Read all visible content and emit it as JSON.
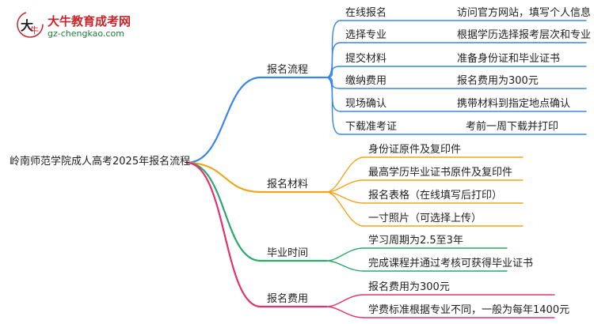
{
  "logo": {
    "title": "大牛教育成考网",
    "url": "gz-chengkao.com"
  },
  "root": "岭南师范学院成人高考2025年报名流程",
  "colors": {
    "blue": "#3a86e8",
    "orange": "#f2a51a",
    "green": "#2aa86a",
    "pink": "#e3326f",
    "logo_red": "#c8242b",
    "logo_green": "#1f7a3a"
  },
  "branches": [
    {
      "label": "报名流程",
      "items": [
        {
          "text": "在线报名",
          "note": "访问官方网站，填写个人信息"
        },
        {
          "text": "选择专业",
          "note": "根据学历选择报考层次和专业"
        },
        {
          "text": "提交材料",
          "note": "准备身份证和毕业证书"
        },
        {
          "text": "缴纳费用",
          "note": "报名费用为300元"
        },
        {
          "text": "现场确认",
          "note": "携带材料到指定地点确认"
        },
        {
          "text": "下载准考证",
          "note": "考前一周下载并打印"
        }
      ]
    },
    {
      "label": "报名材料",
      "items": [
        {
          "text": "身份证原件及复印件"
        },
        {
          "text": "最高学历毕业证书原件及复印件"
        },
        {
          "text": "报名表格（在线填写后打印）"
        },
        {
          "text": "一寸照片（可选择上传）"
        }
      ]
    },
    {
      "label": "毕业时间",
      "items": [
        {
          "text": "学习周期为2.5至3年"
        },
        {
          "text": "完成课程并通过考核可获得毕业证书"
        }
      ]
    },
    {
      "label": "报名费用",
      "items": [
        {
          "text": "报名费用为300元"
        },
        {
          "text": "学费标准根据专业不同，一般为每年1400元"
        }
      ]
    }
  ]
}
